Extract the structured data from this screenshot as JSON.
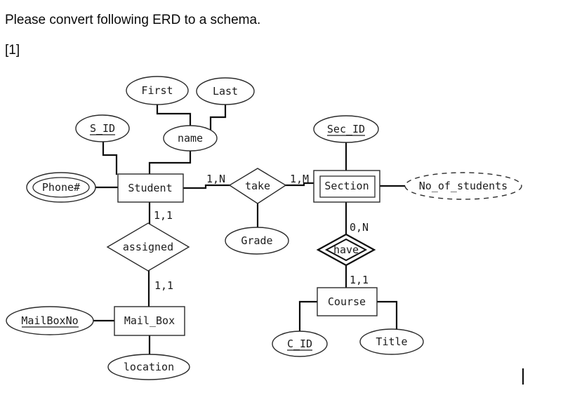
{
  "header": {
    "prompt": "Please convert following ERD to a schema.",
    "reference": "[1]"
  },
  "diagram": {
    "entities": {
      "student": {
        "label": "Student",
        "type": "strong"
      },
      "section": {
        "label": "Section",
        "type": "weak"
      },
      "course": {
        "label": "Course",
        "type": "strong"
      },
      "mailbox": {
        "label": "Mail_Box",
        "type": "strong"
      }
    },
    "relationships": {
      "take": {
        "label": "take",
        "type": "regular"
      },
      "assigned": {
        "label": "assigned",
        "type": "regular"
      },
      "have": {
        "label": "have",
        "type": "identifying"
      }
    },
    "attributes": {
      "first": {
        "label": "First",
        "type": "simple"
      },
      "last": {
        "label": "Last",
        "type": "simple"
      },
      "s_id": {
        "label": "S_ID",
        "type": "key"
      },
      "name": {
        "label": "name",
        "type": "composite"
      },
      "phone": {
        "label": "Phone#",
        "type": "multivalued"
      },
      "sec_id": {
        "label": "Sec_ID",
        "type": "key"
      },
      "no_of_students": {
        "label": "No_of_students",
        "type": "derived"
      },
      "grade": {
        "label": "Grade",
        "type": "simple"
      },
      "mailboxno": {
        "label": "MailBoxNo",
        "type": "key"
      },
      "location": {
        "label": "location",
        "type": "simple"
      },
      "c_id": {
        "label": "C_ID",
        "type": "key"
      },
      "title": {
        "label": "Title",
        "type": "simple"
      }
    },
    "cardinalities": {
      "student_take": "1,N",
      "take_section": "1,M",
      "student_assigned": "1,1",
      "assigned_mailbox": "1,1",
      "section_have": "0,N",
      "have_course": "1,1"
    }
  }
}
